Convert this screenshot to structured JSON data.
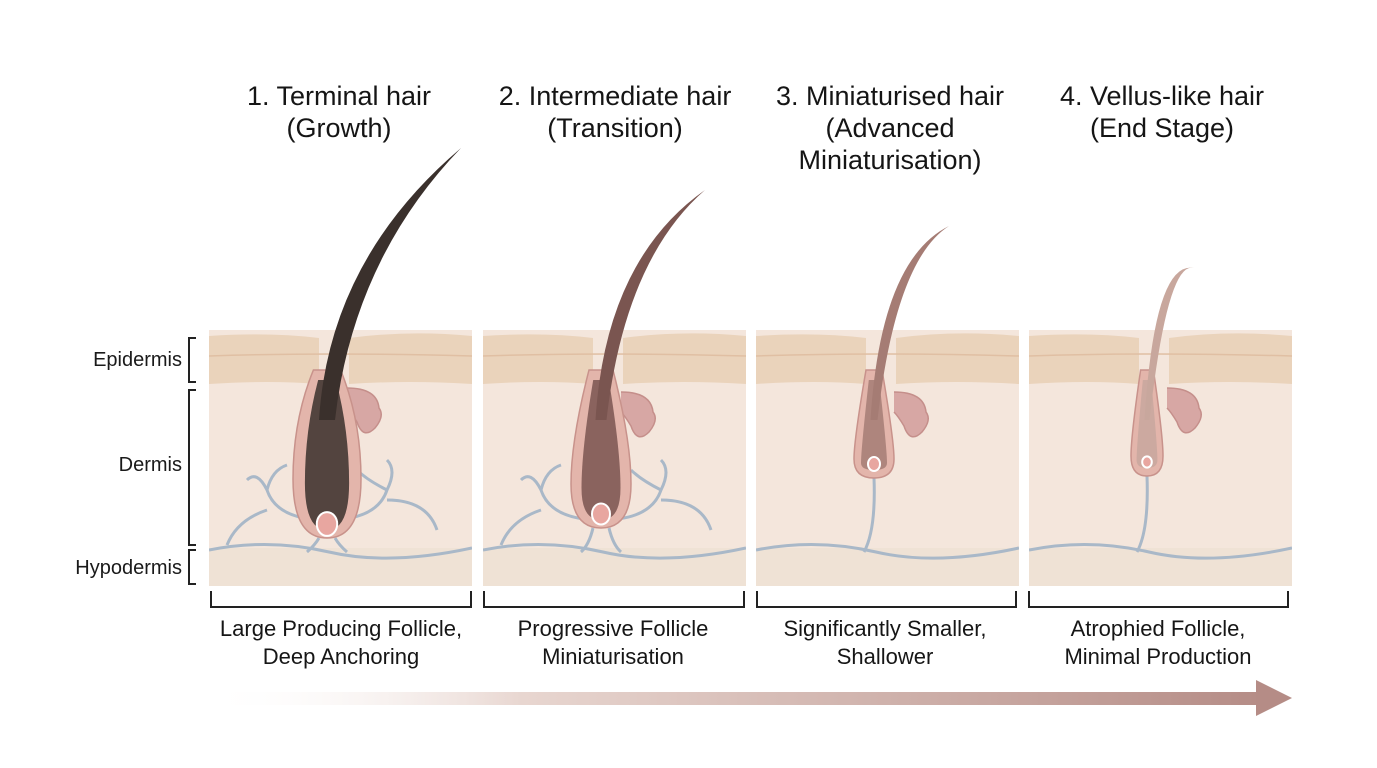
{
  "stages": [
    {
      "title_line1": "1. Terminal hair",
      "title_line2": "(Growth)",
      "title_line3": "",
      "caption_line1": "Large Producing Follicle,",
      "caption_line2": "Deep Anchoring",
      "hair_color": "#3a302c"
    },
    {
      "title_line1": "2. Intermediate hair",
      "title_line2": "(Transition)",
      "title_line3": "",
      "caption_line1": "Progressive Follicle",
      "caption_line2": "Miniaturisation",
      "hair_color": "#7a5550"
    },
    {
      "title_line1": "3. Miniaturised hair",
      "title_line2": "(Advanced",
      "title_line3": "Miniaturisation)",
      "caption_line1": "Significantly Smaller,",
      "caption_line2": "Shallower",
      "hair_color": "#a57c74"
    },
    {
      "title_line1": "4. Vellus-like hair",
      "title_line2": "(End Stage)",
      "title_line3": "",
      "caption_line1": "Atrophied Follicle,",
      "caption_line2": "Minimal Production",
      "hair_color": "#c8a79d"
    }
  ],
  "layers": {
    "epidermis": "Epidermis",
    "dermis": "Dermis",
    "hypodermis": "Hypodermis"
  },
  "colors": {
    "epidermis": "#ead3bb",
    "dermis": "#f4e6dc",
    "hypodermis": "#efe2d5",
    "vessel": "#a9b8c8",
    "gland": "#d7a7a4",
    "arrow_end": "#b58c86"
  }
}
